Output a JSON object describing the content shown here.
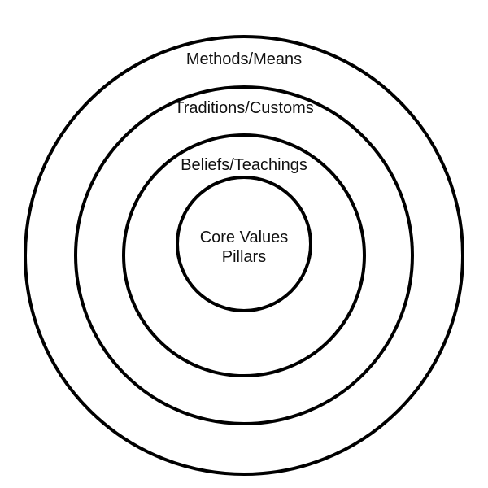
{
  "diagram": {
    "rings": [
      {
        "label": "Methods/Means"
      },
      {
        "label": "Traditions/Customs"
      },
      {
        "label": "Beliefs/Teachings"
      },
      {
        "label_line1": "Core Values",
        "label_line2": "Pillars"
      }
    ],
    "stroke_color": "#000000",
    "text_color": "#111111",
    "background": "#ffffff"
  }
}
